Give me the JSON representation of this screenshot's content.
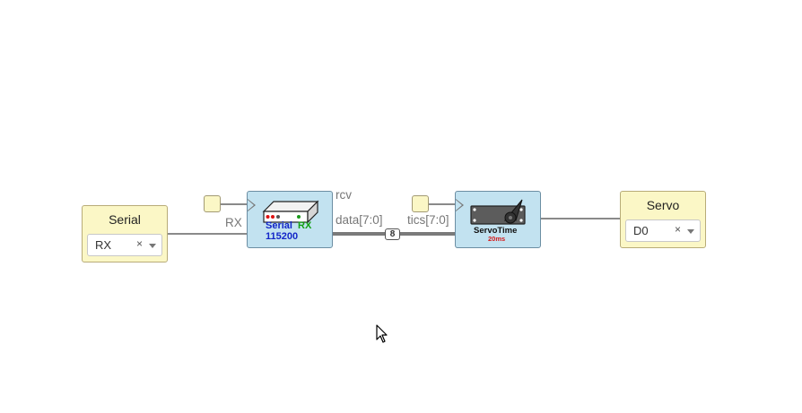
{
  "blocks": {
    "serial_input": {
      "title": "Serial",
      "selected": "RX",
      "clear": "×"
    },
    "servo_output": {
      "title": "Servo",
      "selected": "D0",
      "clear": "×"
    }
  },
  "modules": {
    "serial_rx": {
      "name_part1": "Serial",
      "name_part2": "RX",
      "param": "115200",
      "ports": {
        "in": "RX",
        "out_rcv": "rcv",
        "out_data": "data[7:0]"
      },
      "colors": {
        "name_part1": "#1326c8",
        "name_part2": "#13a013",
        "param": "#1326c8"
      },
      "icon": "serial-device-icon"
    },
    "servo_time": {
      "name": "ServoTime",
      "param": "20ms",
      "ports": {
        "in_tics": "tics[7:0]"
      },
      "icon": "servo-motor-icon"
    }
  },
  "bus": {
    "width_label": "8"
  },
  "cursor": {
    "icon": "mouse-pointer-icon"
  },
  "colors": {
    "io_block_fill": "#fbf7c6",
    "module_fill": "#c2e2f0",
    "wire": "#8a8a8a"
  }
}
